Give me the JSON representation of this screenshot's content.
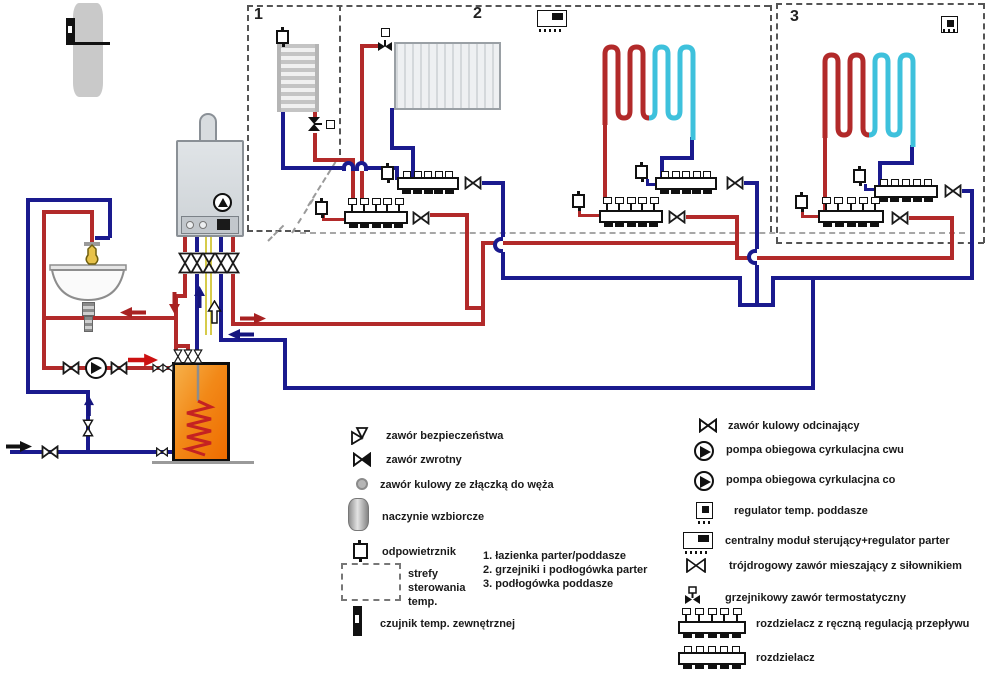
{
  "zones": {
    "zone1_label": "1",
    "zone2_label": "2",
    "zone3_label": "3"
  },
  "legend_left": {
    "items": [
      {
        "icon": "safety-valve",
        "label": "zawór bezpieczeństwa"
      },
      {
        "icon": "check-valve",
        "label": "zawór zwrotny"
      },
      {
        "icon": "hose-ball-valve",
        "label": "zawór kulowy ze złączką do węża"
      },
      {
        "icon": "expansion-vessel",
        "label": "naczynie wzbiorcze"
      },
      {
        "icon": "air-vent",
        "label": "odpowietrznik"
      },
      {
        "icon": "temp-zone-dashed-box",
        "label": "strefy sterowania temp."
      },
      {
        "icon": "outdoor-sensor",
        "label": "czujnik temp. zewnętrznej"
      }
    ],
    "zone_key": [
      "1. łazienka parter/poddasze",
      "2. grzejniki i podłogówka parter",
      "3. podłogówka poddasze"
    ]
  },
  "legend_right": {
    "items": [
      {
        "icon": "ball-valve",
        "label": "zawór kulowy odcinający"
      },
      {
        "icon": "pump",
        "label": "pompa obiegowa cyrkulacjna  cwu"
      },
      {
        "icon": "pump",
        "label": "pompa obiegowa cyrkulacjna  co"
      },
      {
        "icon": "room-thermostat",
        "label": "regulator temp. poddasze"
      },
      {
        "icon": "control-module",
        "label": "centralny moduł sterujący+regulator parter"
      },
      {
        "icon": "three-way-valve",
        "label": "trójdrogowy zawór mieszający  z siłownikiem"
      },
      {
        "icon": "radiator-thermostatic-valve",
        "label": "grzejnikowy zawór termostatyczny"
      },
      {
        "icon": "manifold-manual",
        "label": "rozdzielacz z ręczną regulacją przepływu"
      },
      {
        "icon": "manifold",
        "label": "rozdzielacz"
      }
    ]
  },
  "colors": {
    "supply": "#b22a2a",
    "return": "#1a1a8e",
    "floor_loop_cool": "#3ec1dc",
    "gas": "#d6cb4a"
  }
}
